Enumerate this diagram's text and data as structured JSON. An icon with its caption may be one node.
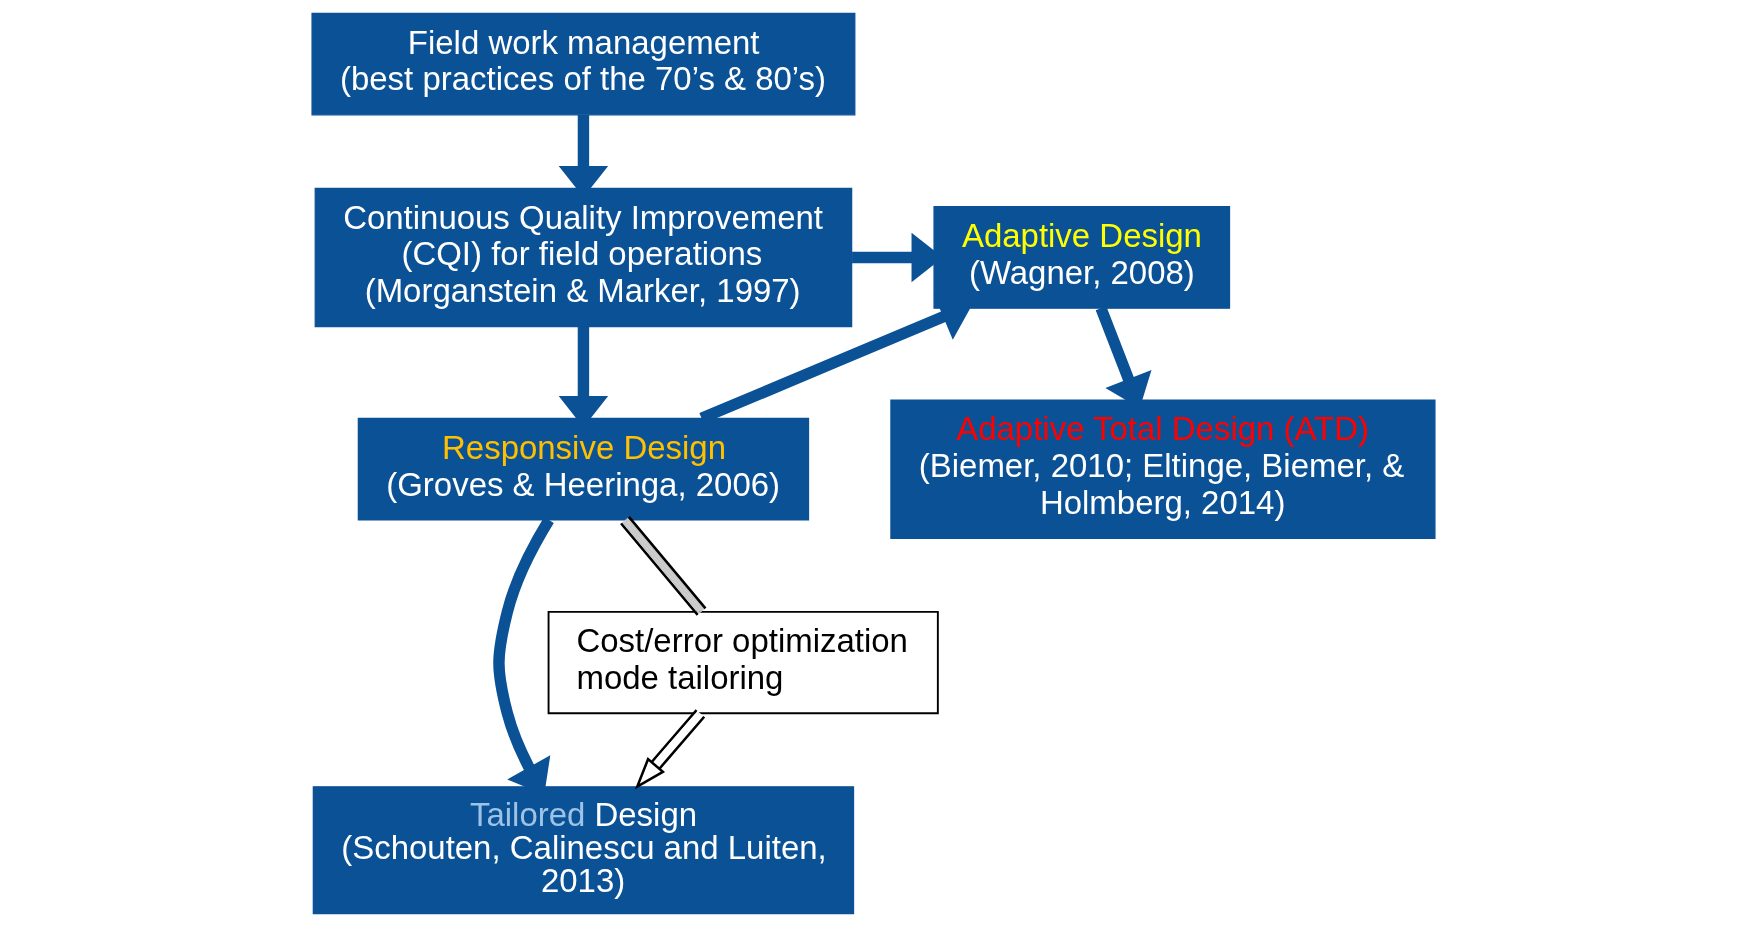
{
  "diagram": {
    "nodes": [
      {
        "text": [
          "Field work management",
          "(best practices of the 70’s & 80’s)"
        ]
      },
      {
        "text": [
          "Continuous Quality Improvement (CQI) for field operations",
          "(Morganstein & Marker, 1997)"
        ]
      },
      {
        "text": [
          "Responsive Design",
          "(Groves & Heeringa, 2006)"
        ]
      },
      {
        "text": [
          "Adaptive Design",
          "(Wagner, 2008)"
        ]
      },
      {
        "text": [
          "Adaptive Total Design (ATD)",
          "(Biemer, 2010; Eltinge, Biemer, & Holmberg, 2014)"
        ]
      },
      {
        "text": [
          "Tailored Design",
          "(Schouten, Calinescu and Luiten, 2013)"
        ]
      },
      {
        "text": [
          "Cost/error optimization mode tailoring"
        ]
      }
    ],
    "edges": [
      {
        "from": 0,
        "to": 1,
        "arrow": "to"
      },
      {
        "from": 1,
        "to": 3,
        "arrow": "to"
      },
      {
        "from": 1,
        "to": 2,
        "arrow": "to"
      },
      {
        "from": 2,
        "to": 3,
        "arrow": "to"
      },
      {
        "from": 3,
        "to": 4,
        "arrow": "to"
      },
      {
        "from": 2,
        "to": 5,
        "arrow": "to"
      },
      {
        "from": 2,
        "to": 6,
        "arrow": "none",
        "color": "#c8c8c8"
      },
      {
        "from": 6,
        "to": 5,
        "arrow": "to",
        "color": "#ffffff"
      }
    ]
  }
}
